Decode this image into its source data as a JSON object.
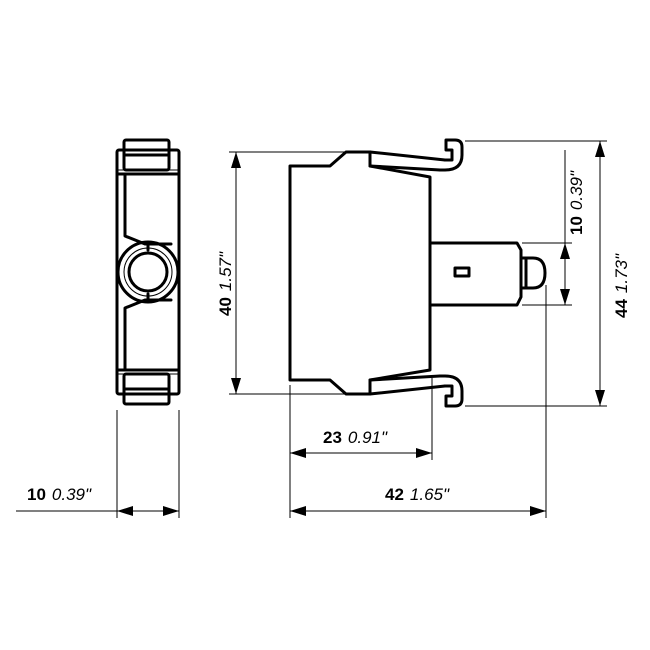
{
  "drawing": {
    "title": "LED / contact block dimension drawing",
    "views": [
      "front-view",
      "side-view"
    ],
    "units": {
      "metric": "mm",
      "imperial": "inch"
    }
  },
  "dimensions": {
    "front_width": {
      "mm": "10",
      "inch": "0.39\""
    },
    "body_height": {
      "mm": "40",
      "inch": "1.57\""
    },
    "overall_height": {
      "mm": "44",
      "inch": "1.73\""
    },
    "stem_height": {
      "mm": "10",
      "inch": "0.39\""
    },
    "body_depth": {
      "mm": "23",
      "inch": "0.91\""
    },
    "overall_depth": {
      "mm": "42",
      "inch": "1.65\""
    }
  },
  "colors": {
    "line": "#000000",
    "background": "#ffffff"
  }
}
